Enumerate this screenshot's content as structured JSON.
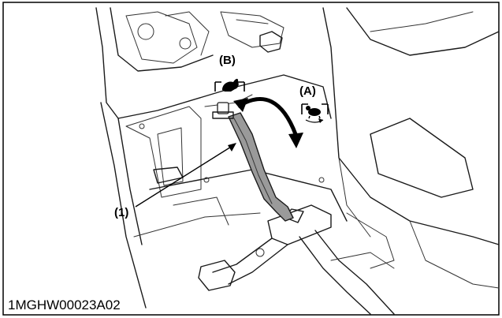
{
  "labels": {
    "part_1": "(1)",
    "position_a": "(A)",
    "position_b": "(B)"
  },
  "figure_code": "1MGHW00023A02",
  "icons": {
    "position_a_symbol": "tortoise-slow-icon",
    "position_b_symbol": "hare-fast-icon"
  },
  "colors": {
    "line": "#1a1a1a",
    "lever_fill": "#9a9a9a",
    "background": "#ffffff"
  }
}
